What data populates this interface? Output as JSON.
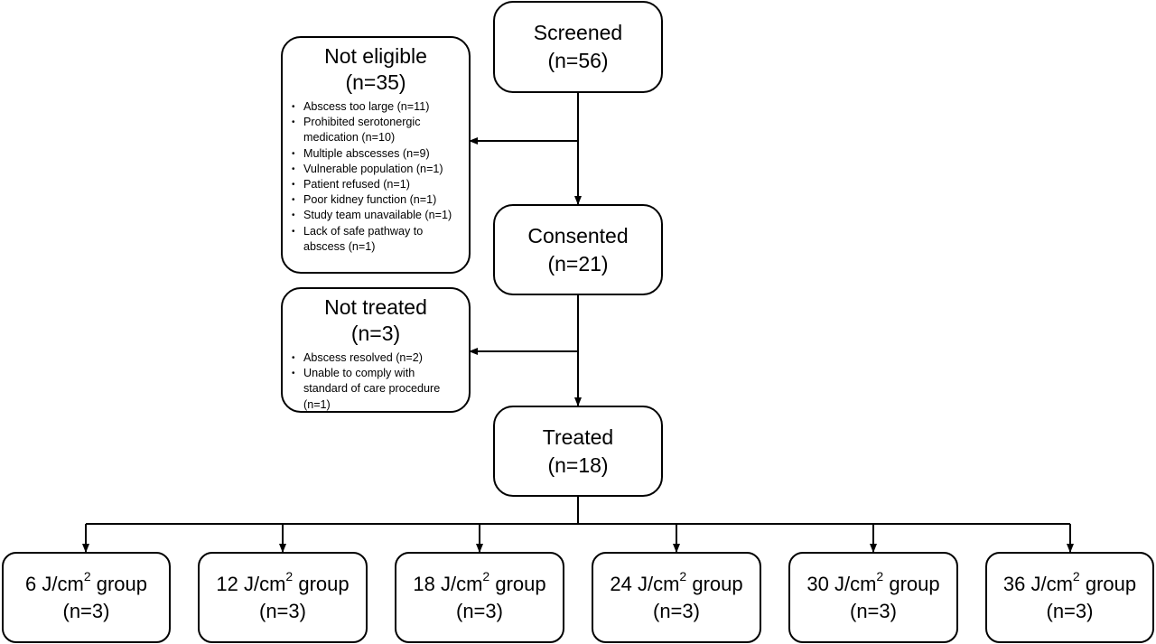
{
  "flow": {
    "screened": {
      "title": "Screened",
      "count": "(n=56)"
    },
    "consented": {
      "title": "Consented",
      "count": "(n=21)"
    },
    "treated": {
      "title": "Treated",
      "count": "(n=18)"
    }
  },
  "not_eligible": {
    "title": "Not eligible",
    "count": "(n=35)",
    "reasons": [
      "Abscess too large (n=11)",
      "Prohibited serotonergic medication (n=10)",
      "Multiple abscesses (n=9)",
      "Vulnerable population (n=1)",
      "Patient refused (n=1)",
      "Poor kidney function (n=1)",
      "Study team unavailable (n=1)",
      "Lack of safe pathway to abscess (n=1)"
    ]
  },
  "not_treated": {
    "title": "Not treated",
    "count": "(n=3)",
    "reasons": [
      "Abscess resolved (n=2)",
      "Unable to comply with standard of care procedure (n=1)"
    ]
  },
  "groups": [
    {
      "dose": "6",
      "unit": "J/cm",
      "exp": "2",
      "suffix": "group",
      "count": "(n=3)"
    },
    {
      "dose": "12",
      "unit": "J/cm",
      "exp": "2",
      "suffix": "group",
      "count": "(n=3)"
    },
    {
      "dose": "18",
      "unit": "J/cm",
      "exp": "2",
      "suffix": "group",
      "count": "(n=3)"
    },
    {
      "dose": "24",
      "unit": "J/cm",
      "exp": "2",
      "suffix": "group",
      "count": "(n=3)"
    },
    {
      "dose": "30",
      "unit": "J/cm",
      "exp": "2",
      "suffix": "group",
      "count": "(n=3)"
    },
    {
      "dose": "36",
      "unit": "J/cm",
      "exp": "2",
      "suffix": "group",
      "count": "(n=3)"
    }
  ]
}
